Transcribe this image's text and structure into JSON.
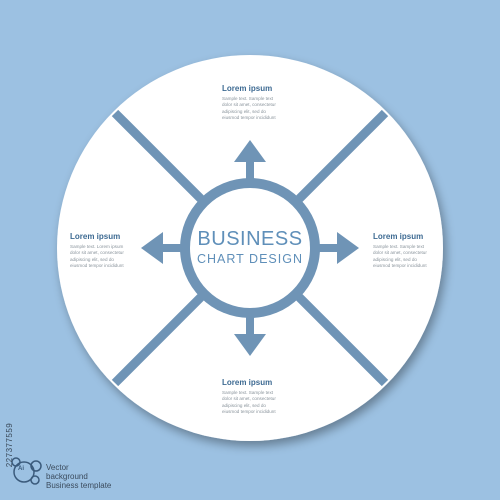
{
  "diagram": {
    "center": {
      "title": "BUSINESS",
      "subtitle": "CHART DESIGN"
    },
    "segments": [
      {
        "position": "top",
        "title": "Lorem ipsum",
        "body": "Sample text. Sample text\ndolor sit amet, consectetur\nadipiscing elit, sed do\neiusmod tempor incididunt"
      },
      {
        "position": "left",
        "title": "Lorem ipsum",
        "body": "Sample text. Lorem ipsum\ndolor sit amet, consectetur\nadipiscing elit, sed do\neiusmod tempor incididunt"
      },
      {
        "position": "right",
        "title": "Lorem ipsum",
        "body": "Sample text. Sample text\ndolor sit amet, consectetur\nadipiscing elit, sed do\neiusmod tempor incididunt"
      },
      {
        "position": "bottom",
        "title": "Lorem ipsum",
        "body": "Sample text. Sample text\ndolor sit amet, consectetur\nadipiscing elit, sed do\neiusmod tempor incididunt"
      }
    ],
    "arrows": [
      "up",
      "left",
      "right",
      "down"
    ]
  },
  "colors": {
    "background": "#9cc1e2",
    "panel": "#ffffff",
    "accent": "#5f8fb9",
    "arrow": "#6f94b6"
  },
  "footer": {
    "lines": [
      "Vector",
      "background",
      "Business template"
    ],
    "stock_id": "227377559",
    "logo_text": "Ai"
  }
}
